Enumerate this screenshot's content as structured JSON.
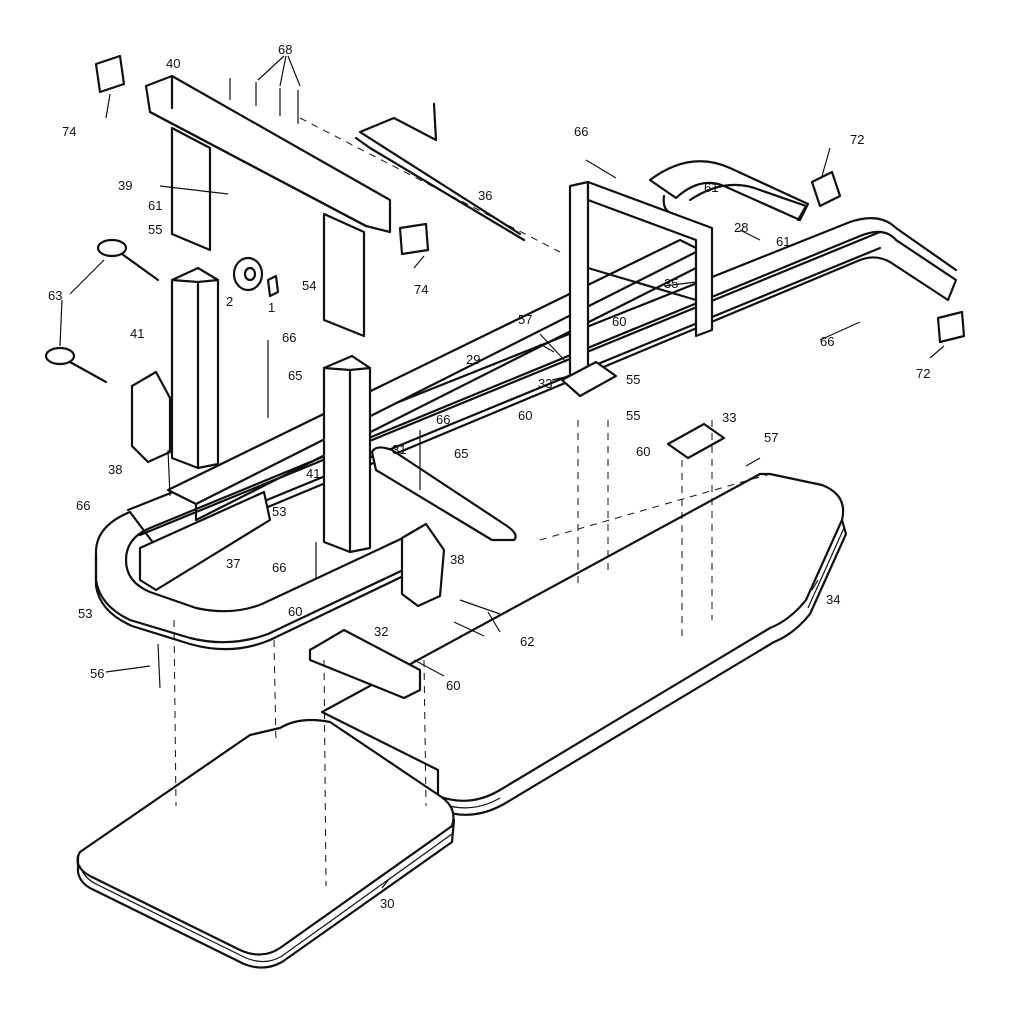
{
  "diagram": {
    "callouts": [
      {
        "id": "c68",
        "text": "68"
      },
      {
        "id": "c40",
        "text": "40"
      },
      {
        "id": "c74a",
        "text": "74"
      },
      {
        "id": "c74b",
        "text": "74"
      },
      {
        "id": "c39",
        "text": "39"
      },
      {
        "id": "c61a",
        "text": "61"
      },
      {
        "id": "c55a",
        "text": "55"
      },
      {
        "id": "c2",
        "text": "2"
      },
      {
        "id": "c1",
        "text": "1"
      },
      {
        "id": "c54",
        "text": "54"
      },
      {
        "id": "c36",
        "text": "36"
      },
      {
        "id": "c66a",
        "text": "66"
      },
      {
        "id": "c72a",
        "text": "72"
      },
      {
        "id": "c61b",
        "text": "61"
      },
      {
        "id": "c28",
        "text": "28"
      },
      {
        "id": "c61c",
        "text": "61"
      },
      {
        "id": "c35",
        "text": "35"
      },
      {
        "id": "c66b",
        "text": "66"
      },
      {
        "id": "c72b",
        "text": "72"
      },
      {
        "id": "c63",
        "text": "63"
      },
      {
        "id": "c41a",
        "text": "41"
      },
      {
        "id": "c66c",
        "text": "66"
      },
      {
        "id": "c65a",
        "text": "65"
      },
      {
        "id": "c29",
        "text": "29"
      },
      {
        "id": "c57a",
        "text": "57"
      },
      {
        "id": "c60a",
        "text": "60"
      },
      {
        "id": "c33a",
        "text": "33"
      },
      {
        "id": "c55b",
        "text": "55"
      },
      {
        "id": "c60b",
        "text": "60"
      },
      {
        "id": "c38a",
        "text": "38"
      },
      {
        "id": "c66d",
        "text": "66"
      },
      {
        "id": "c66e",
        "text": "66"
      },
      {
        "id": "c65b",
        "text": "65"
      },
      {
        "id": "c31",
        "text": "31"
      },
      {
        "id": "c55c",
        "text": "55"
      },
      {
        "id": "c33b",
        "text": "33"
      },
      {
        "id": "c60c",
        "text": "60"
      },
      {
        "id": "c57b",
        "text": "57"
      },
      {
        "id": "c41b",
        "text": "41"
      },
      {
        "id": "c53a",
        "text": "53"
      },
      {
        "id": "c37",
        "text": "37"
      },
      {
        "id": "c66f",
        "text": "66"
      },
      {
        "id": "c53b",
        "text": "53"
      },
      {
        "id": "c38b",
        "text": "38"
      },
      {
        "id": "c34",
        "text": "34"
      },
      {
        "id": "c60d",
        "text": "60"
      },
      {
        "id": "c32",
        "text": "32"
      },
      {
        "id": "c62",
        "text": "62"
      },
      {
        "id": "c56",
        "text": "56"
      },
      {
        "id": "c60e",
        "text": "60"
      },
      {
        "id": "c30",
        "text": "30"
      }
    ]
  }
}
